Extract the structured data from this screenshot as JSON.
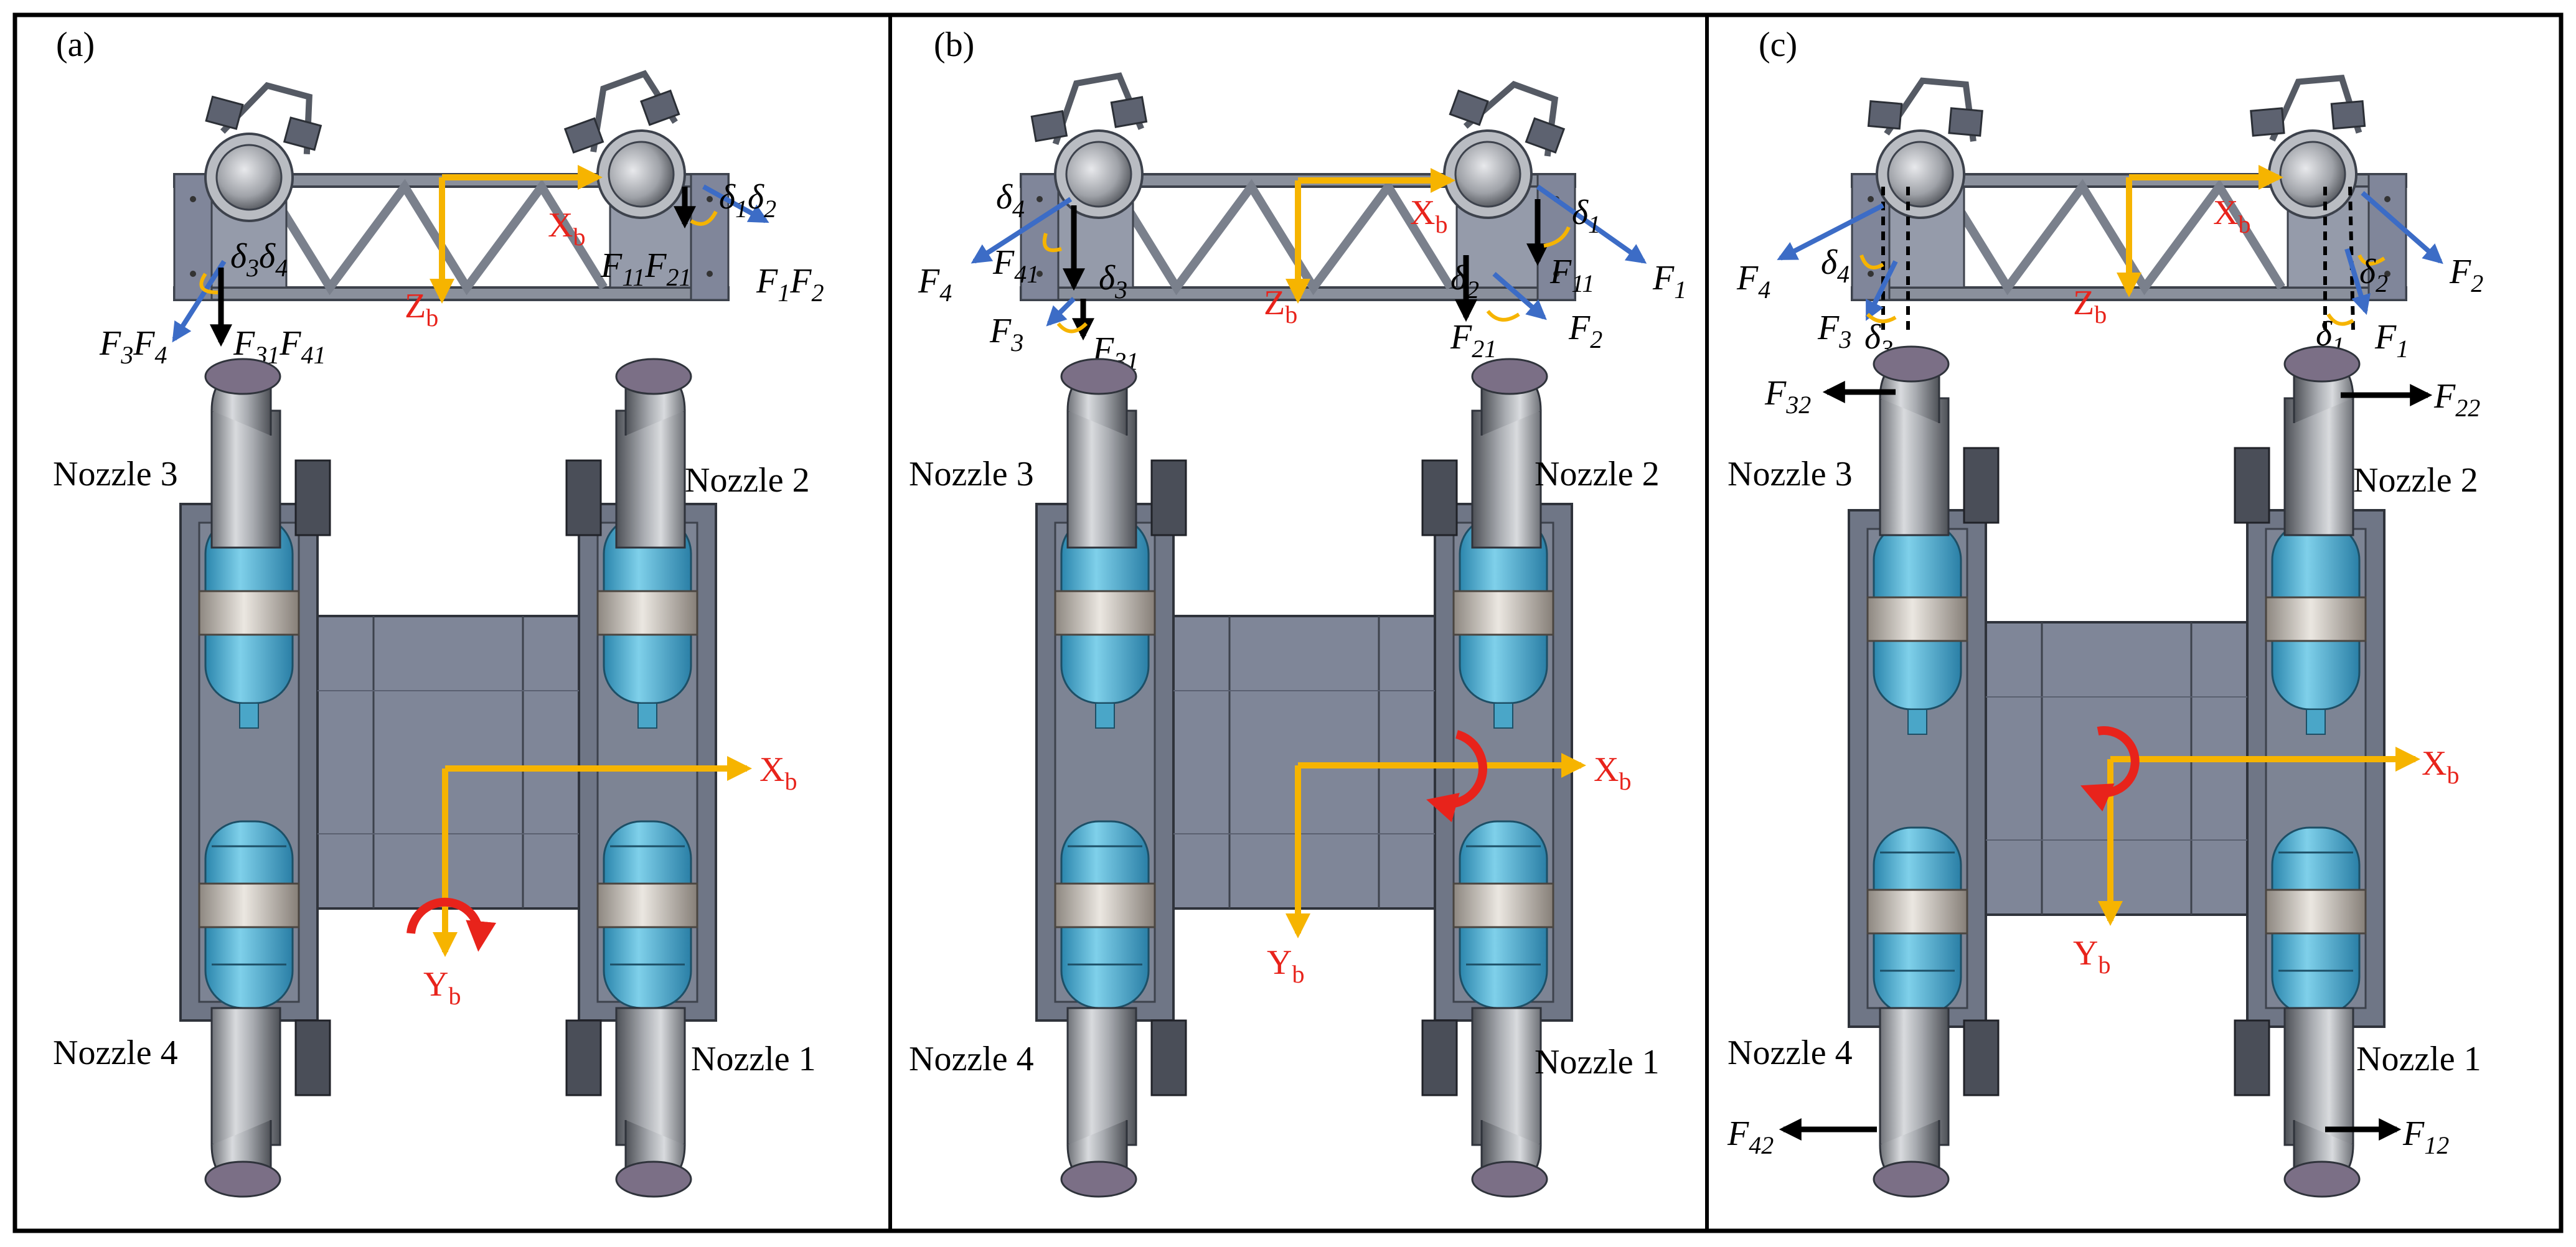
{
  "panels": [
    {
      "label": "(a)",
      "top_labels": {
        "delta_a": "δ",
        "delta_a_sub": "3",
        "delta_b": "δ",
        "delta_b_sub": "4",
        "delta_c": "δ",
        "delta_c_sub": "1",
        "delta_d": "δ",
        "delta_d_sub": "2",
        "f3": "F",
        "f3_sub": "3",
        "f4": "F",
        "f4_sub": "4",
        "f31": "F",
        "f31_sub": "31",
        "f41": "F",
        "f41_sub": "41",
        "f11": "F",
        "f11_sub": "11",
        "f21": "F",
        "f21_sub": "21",
        "f1": "F",
        "f1_sub": "1",
        "f2": "F",
        "f2_sub": "2",
        "xb": "X",
        "xb_sub": "b",
        "zb": "Z",
        "zb_sub": "b"
      },
      "nozzles": [
        "Nozzle 3",
        "Nozzle 2",
        "Nozzle 4",
        "Nozzle 1"
      ],
      "axes": {
        "x": "X",
        "x_sub": "b",
        "y": "Y",
        "y_sub": "b"
      }
    },
    {
      "label": "(b)",
      "top_labels": {
        "delta_4": "δ",
        "delta_4_sub": "4",
        "delta_3": "δ",
        "delta_3_sub": "3",
        "delta_1": "δ",
        "delta_1_sub": "1",
        "delta_2": "δ",
        "delta_2_sub": "2",
        "f4": "F",
        "f4_sub": "4",
        "f41": "F",
        "f41_sub": "41",
        "f3": "F",
        "f3_sub": "3",
        "f31": "F",
        "f31_sub": "31",
        "f1": "F",
        "f1_sub": "1",
        "f11": "F",
        "f11_sub": "11",
        "f21": "F",
        "f21_sub": "21",
        "f2": "F",
        "f2_sub": "2",
        "xb": "X",
        "xb_sub": "b",
        "zb": "Z",
        "zb_sub": "b"
      },
      "nozzles": [
        "Nozzle 3",
        "Nozzle 2",
        "Nozzle 4",
        "Nozzle 1"
      ],
      "axes": {
        "x": "X",
        "x_sub": "b",
        "y": "Y",
        "y_sub": "b"
      }
    },
    {
      "label": "(c)",
      "top_labels": {
        "f4": "F",
        "f4_sub": "4",
        "delta_4": "δ",
        "delta_4_sub": "4",
        "f3": "F",
        "f3_sub": "3",
        "delta_3": "δ",
        "delta_3_sub": "3",
        "zb": "Z",
        "zb_sub": "b",
        "xb": "X",
        "xb_sub": "b",
        "delta_2": "δ",
        "delta_2_sub": "2",
        "f2": "F",
        "f2_sub": "2",
        "delta_1": "δ",
        "delta_1_sub": "1",
        "f1": "F",
        "f1_sub": "1"
      },
      "side_forces": {
        "f32": "F",
        "f32_sub": "32",
        "f22": "F",
        "f22_sub": "22",
        "f42": "F",
        "f42_sub": "42",
        "f12": "F",
        "f12_sub": "12"
      },
      "nozzles": [
        "Nozzle 3",
        "Nozzle 2",
        "Nozzle 4",
        "Nozzle 1"
      ],
      "axes": {
        "x": "X",
        "x_sub": "b",
        "y": "Y",
        "y_sub": "b"
      }
    }
  ],
  "colors": {
    "axis": "#f6b400",
    "axis_label": "#e8231b",
    "force_blue": "#3c6cc6",
    "force_black": "#000000",
    "moment_red": "#e8231b",
    "frame": "#7f8796",
    "frame_dark": "#4c5260",
    "tank": "#55b6d8",
    "tank_band": "#c9c4bd",
    "pipe": "#9a9da3"
  }
}
